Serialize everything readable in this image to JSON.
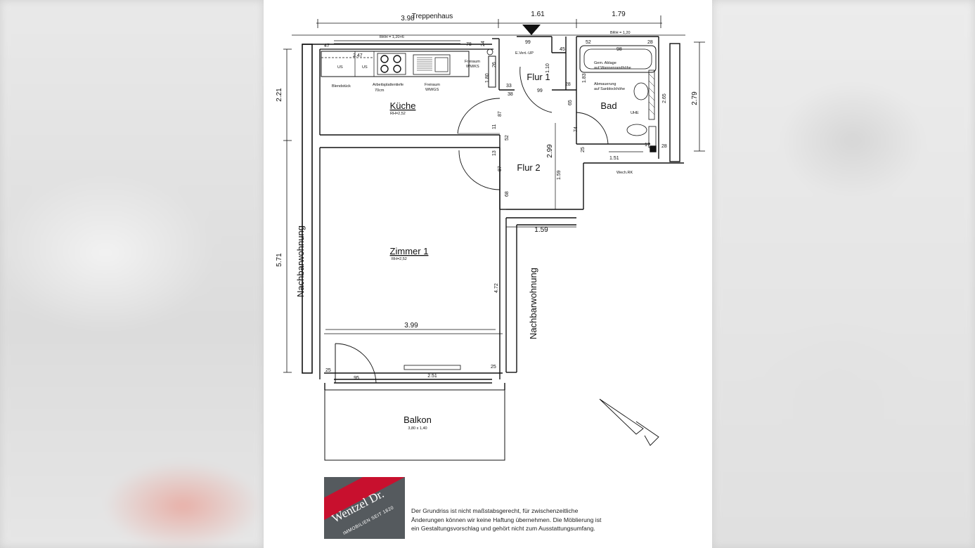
{
  "rooms": {
    "kueche": {
      "name": "Küche",
      "height": "RH=2,52"
    },
    "zimmer": {
      "name": "Zimmer 1",
      "height": "RH=2,52"
    },
    "bad": {
      "name": "Bad"
    },
    "flur1": {
      "name": "Flur 1"
    },
    "flur2": {
      "name": "Flur 2"
    },
    "balkon": {
      "name": "Balkon",
      "size": "3,80 x 1,40"
    }
  },
  "neighbors": {
    "top": "Treppenhaus",
    "left": "Nachbarwohnung",
    "right": "Nachbarwohnung"
  },
  "dimensions": {
    "top_left": "3.98",
    "top_mid": "1.61",
    "top_right": "1.79",
    "left_upper": "2.21",
    "left_lower": "5.71",
    "right_bad": "2.79",
    "flur2_height": "2.99",
    "notch_width": "1.59",
    "zimmer_width": "3.99",
    "zimmer_height": "4.72",
    "balkon_door": "95",
    "window": "2.51",
    "kitchen_wall": "2.47",
    "flur1_width": "1.10",
    "bad_wall": "2.65"
  },
  "small_labels": {
    "brh_kitchen": "BRH = 1,20+6",
    "brh_bad": "BRH = 1,20",
    "us1": "US",
    "us2": "US",
    "blendstueck": "Blendstück",
    "arbeitsplatte": "Arbeitsplattentiefe",
    "arbeitsplatte2": "70cm",
    "freiraum_wmgs": "Freiraum",
    "freiraum_wmgs2": "WM/GS",
    "freiraum_wmks": "Freiraum",
    "freiraum_wmks2": "WM/KS",
    "evert": "E.Vert.-UP",
    "gem_ablage": "Gem. Ablage",
    "gem_ablage2": "auf Wannenrandhöhe",
    "abmauerung": "Abmauerung",
    "abmauerung2": "auf Sanblockhöhe",
    "uhe": "UHE",
    "wechrk": "Wech.RK",
    "n47": "47",
    "n78": "78",
    "n24": "24",
    "n99": "99",
    "n45": "45",
    "n52": "52",
    "n28": "28",
    "n98": "98",
    "n33": "33",
    "n38": "38",
    "n99b": "99",
    "n28b": "28",
    "n87": "87",
    "n11": "11",
    "n52b": "52",
    "n13": "13",
    "n87b": "87",
    "n68": "68",
    "n65": "65",
    "n74": "74",
    "n159": "1.59",
    "n25a": "25",
    "n151": "1.51",
    "n17": "17",
    "n28c": "28",
    "n183": "1.83",
    "n25l": "25",
    "n25r": "25",
    "n180": "1.80",
    "n26": "26"
  },
  "logo": {
    "name": "Wentzel Dr.",
    "subtitle": "IMMOBILIEN SEIT 1820"
  },
  "disclaimer": {
    "line1": "Der Grundriss ist nicht maßstabsgerecht, für zwischenzeitliche",
    "line2": "Änderungen können wir keine Haftung übernehmen. Die Möblierung ist",
    "line3": "ein Gestaltungsvorschlag und gehört nicht zum Ausstattungsumfang."
  }
}
